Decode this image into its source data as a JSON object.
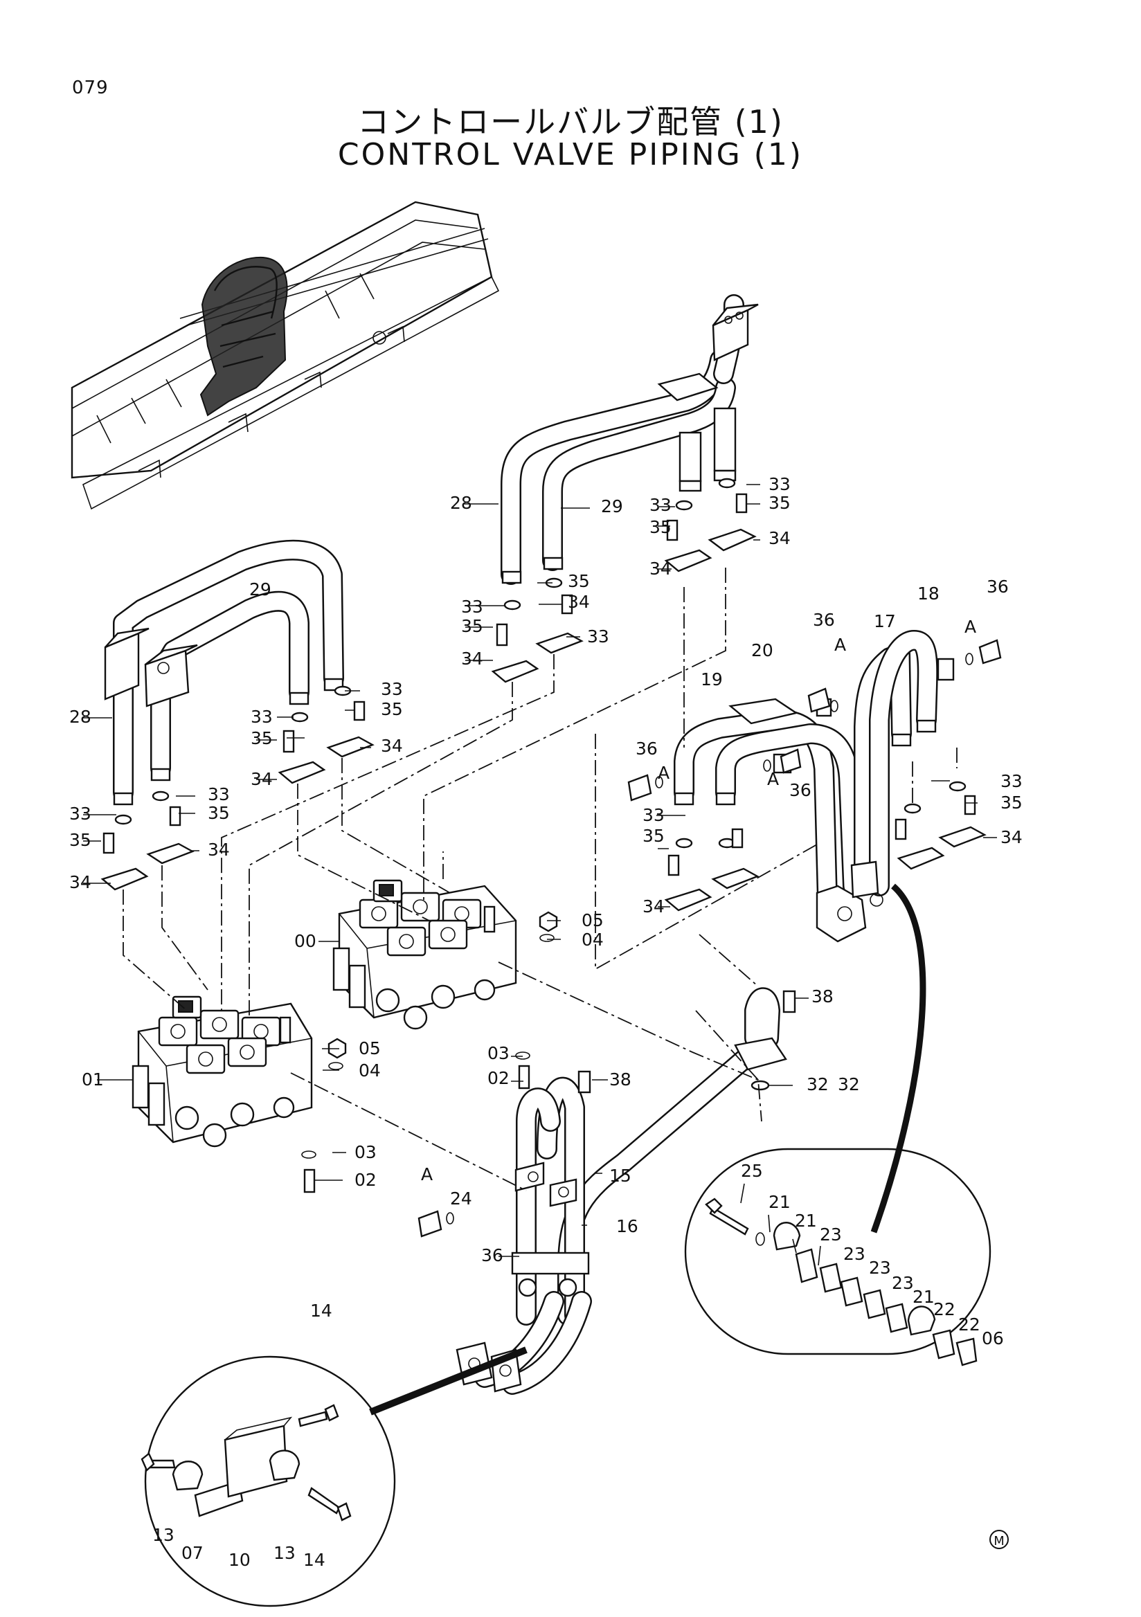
{
  "page_number": "079",
  "title_jp": "コントロールバルブ配管 (1)",
  "title_en": "CONTROL VALVE PIPING (1)",
  "mark": "M",
  "callout_labels": [
    "28",
    "29",
    "33",
    "35",
    "34",
    "33",
    "35",
    "34",
    "33",
    "35",
    "34",
    "33",
    "35",
    "34",
    "29",
    "28",
    "33",
    "35",
    "34",
    "33",
    "35",
    "34",
    "33",
    "35",
    "34",
    "33",
    "35",
    "34",
    "36",
    "A",
    "17",
    "18",
    "36",
    "A",
    "20",
    "19",
    "36",
    "A",
    "A",
    "36",
    "33",
    "35",
    "34",
    "33",
    "35",
    "34",
    "00",
    "05",
    "04",
    "01",
    "05",
    "04",
    "03",
    "02",
    "03",
    "02",
    "38",
    "38",
    "32",
    "32",
    "15",
    "16",
    "36",
    "A",
    "24",
    "25",
    "21",
    "21",
    "23",
    "23",
    "23",
    "23",
    "21",
    "22",
    "22",
    "06",
    "14",
    "13",
    "07",
    "10",
    "13",
    "14"
  ]
}
